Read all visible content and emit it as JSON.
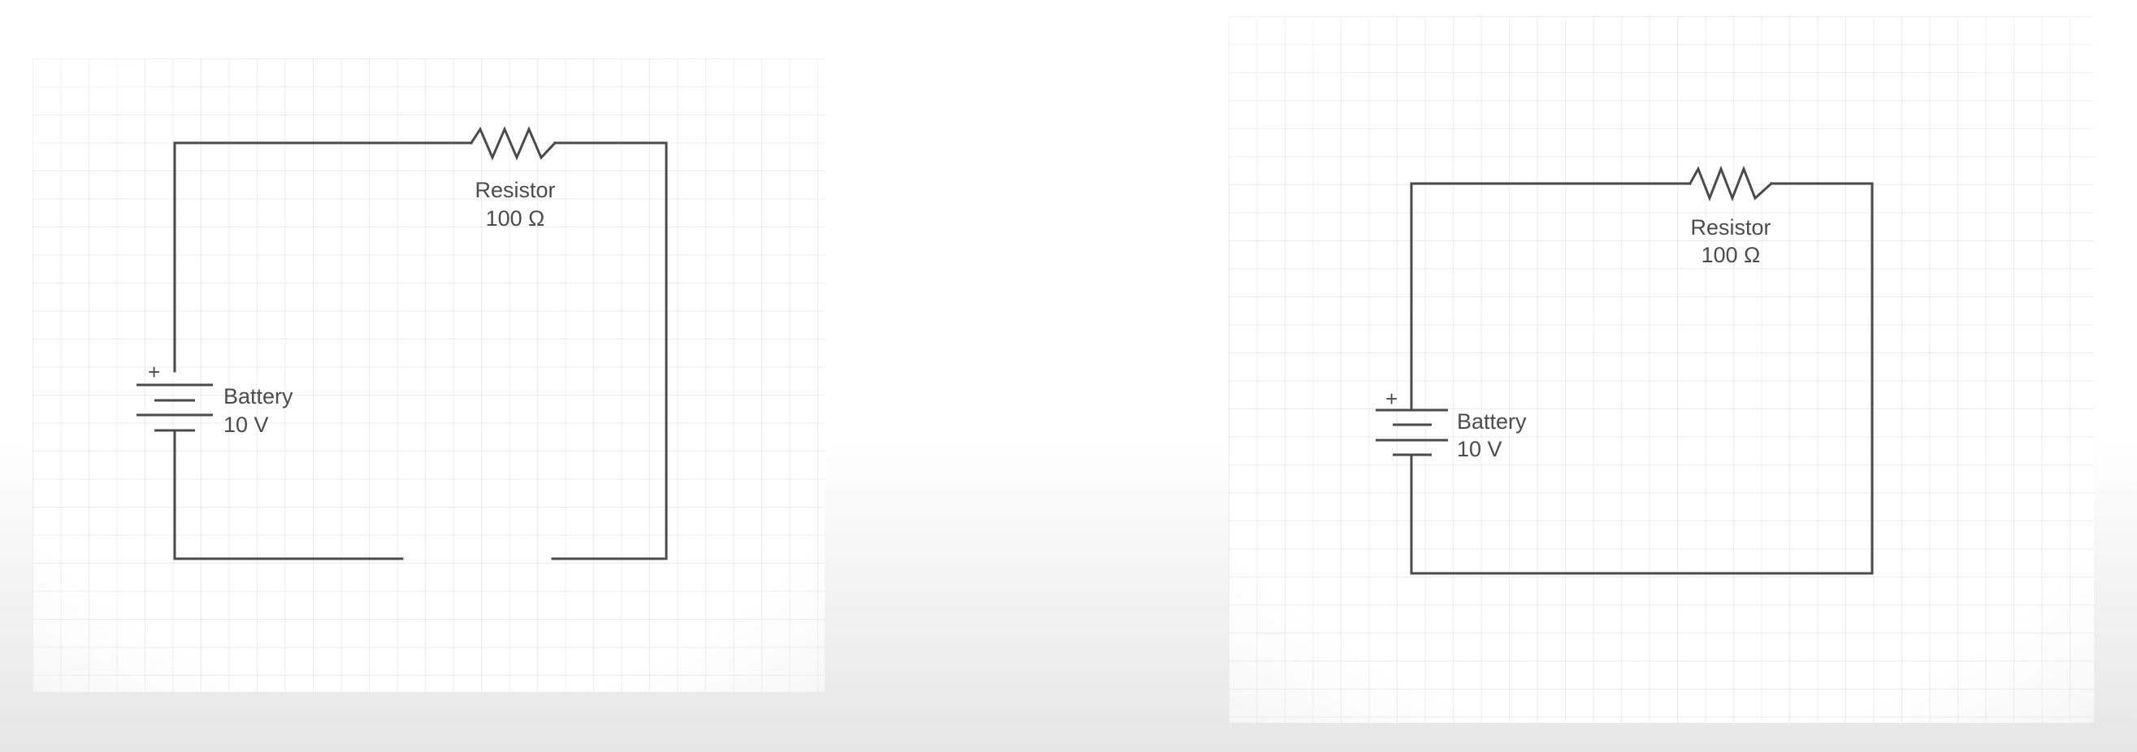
{
  "diagrams": [
    {
      "id": "open-circuit",
      "battery": {
        "name": "Battery",
        "value": "10 V",
        "polarity": "+"
      },
      "resistor": {
        "name": "Resistor",
        "value": "100 Ω"
      },
      "closed": false
    },
    {
      "id": "closed-circuit",
      "battery": {
        "name": "Battery",
        "value": "10 V",
        "polarity": "+"
      },
      "resistor": {
        "name": "Resistor",
        "value": "100 Ω"
      },
      "closed": true
    }
  ],
  "colors": {
    "wire": "#4a4a4a",
    "text": "#4b4b4b",
    "grid": "#e8e8e8"
  }
}
